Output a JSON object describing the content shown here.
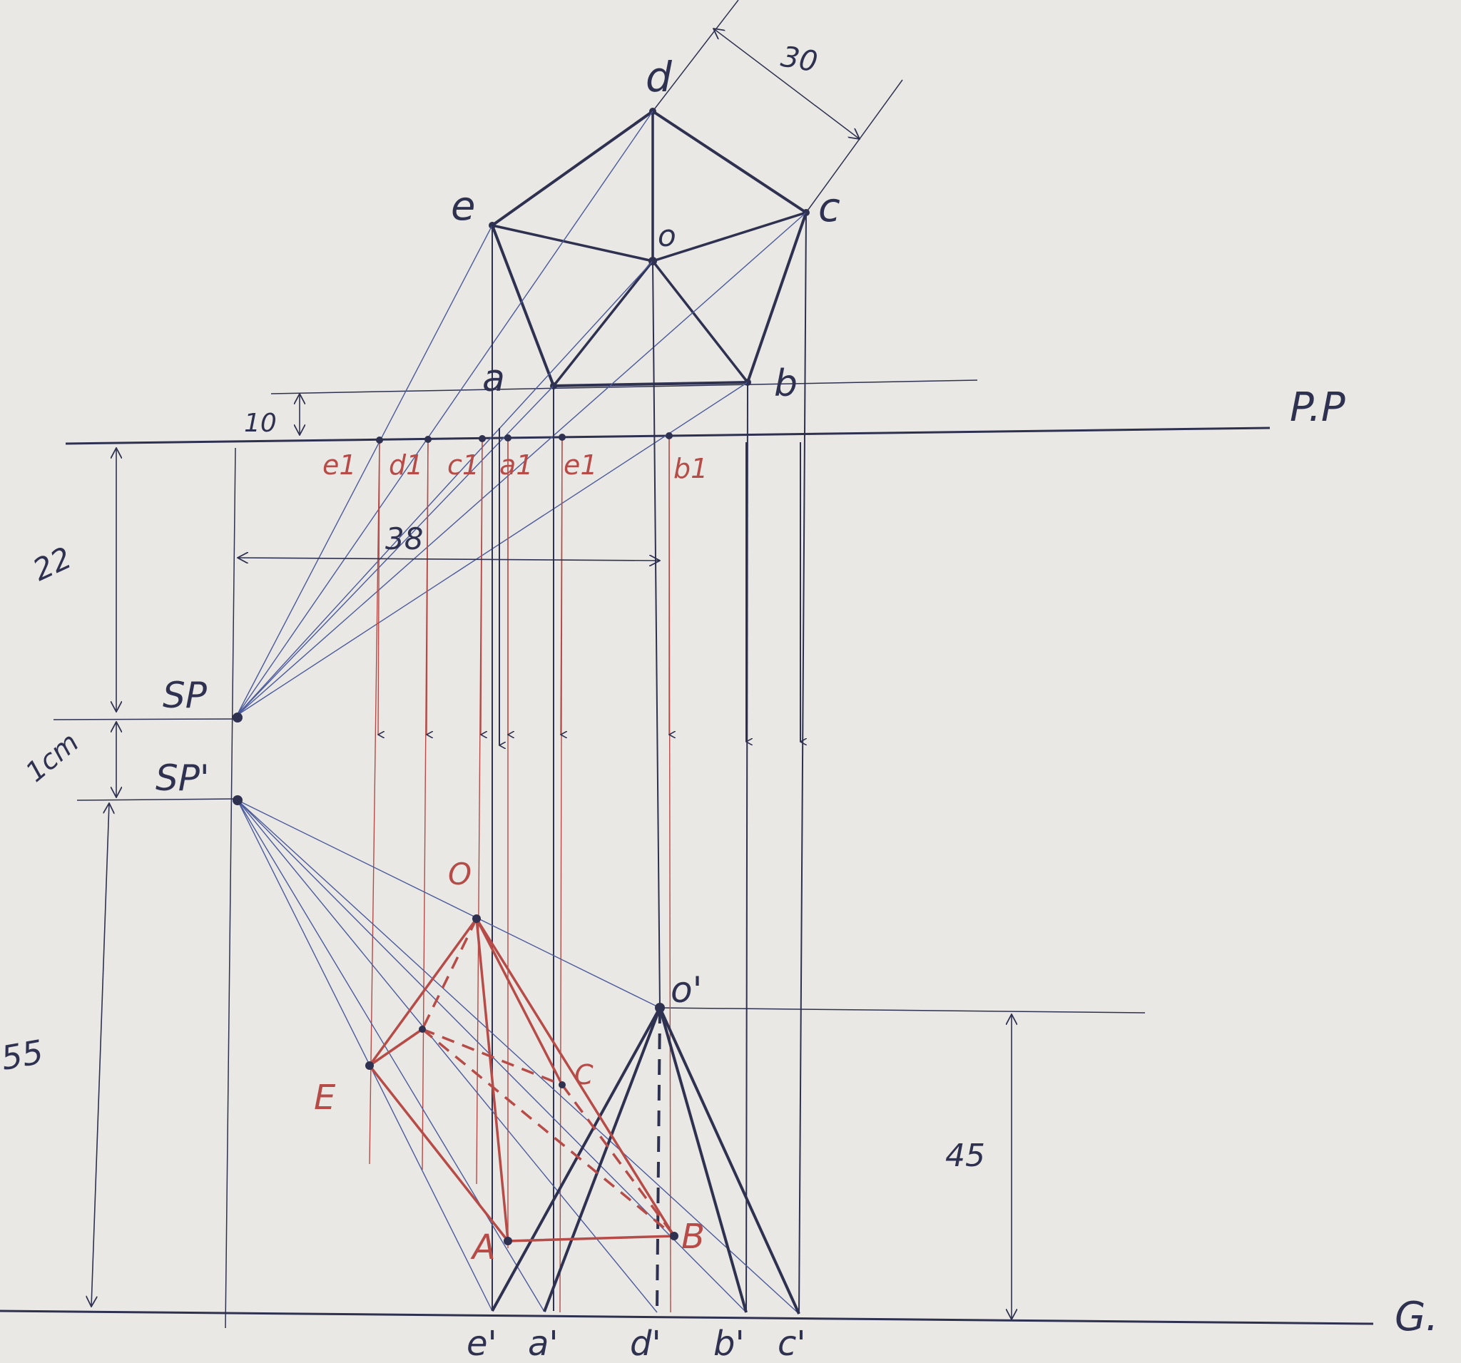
{
  "colors": {
    "paper": "#e9e8e4",
    "ink_dark": "#2e3150",
    "ink_blue": "#4b5a9c",
    "ink_red": "#b64b47"
  },
  "plan": {
    "vertices": {
      "a": "a",
      "b": "b",
      "c": "c",
      "d": "d",
      "e": "e",
      "o": "o"
    },
    "side_dimension": "30",
    "pp_offset_dimension": "10",
    "pp_label": "P.P"
  },
  "pp_points": {
    "e1": "e1",
    "d1": "d1",
    "c1": "c1",
    "a1": "a1",
    "c1b": "e1",
    "b1": "b1"
  },
  "station": {
    "sp_label": "SP",
    "sp_prime_label": "SP'",
    "offset_dimension": "38",
    "distance_to_pp": "22",
    "sp_gap": "1cm",
    "height_above_ground": "55"
  },
  "elevation": {
    "apex_label": "o'",
    "axis_height": "45",
    "ground_label": "G.",
    "base_points": [
      "e'",
      "a'",
      "d'",
      "b'",
      "c'"
    ]
  },
  "perspective": {
    "apex": "O",
    "E": "E",
    "A": "A",
    "B": "B",
    "C": "C"
  }
}
